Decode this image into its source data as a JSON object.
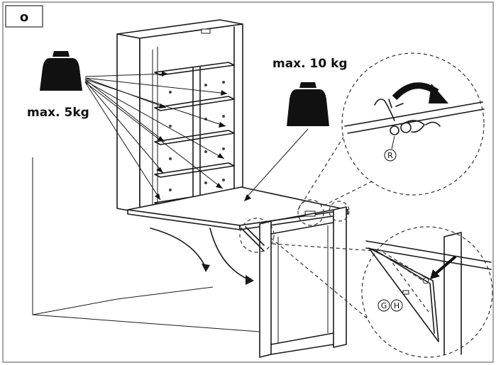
{
  "step_label": "o",
  "shelf_weight_label": "max. 5kg",
  "table_weight_label": "max. 10 kg",
  "parts": {
    "r": "R",
    "g": "G",
    "h": "H"
  },
  "colors": {
    "ink": "#1a1a1a",
    "frame": "#8a8a8a",
    "background": "#ffffff"
  }
}
